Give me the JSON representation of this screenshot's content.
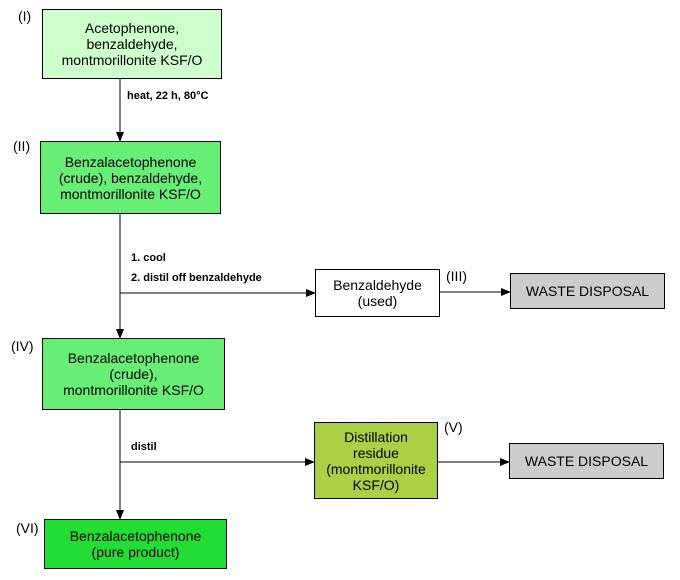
{
  "colors": {
    "light_green": "#ccffcc",
    "mid_green": "#66ee77",
    "bright_green": "#22dd33",
    "olive_green": "#aad044",
    "grey": "#cccccc",
    "white": "#ffffff"
  },
  "steps": {
    "I": {
      "label": "(I)",
      "text": "Acetophenone,\nbenzaldehyde,\nmontmorillonite KSF/O"
    },
    "II": {
      "label": "(II)",
      "text": "Benzalacetophenone\n(crude), benzaldehyde,\nmontmorillonite KSF/O"
    },
    "III": {
      "label": "(III)",
      "text": "Benzaldehyde\n(used)"
    },
    "IV": {
      "label": "(IV)",
      "text": "Benzalacetophenone\n(crude),\nmontmorillonite KSF/O"
    },
    "V": {
      "label": "(V)",
      "text": "Distillation\nresidue\n(montmorillonite\nKSF/O)"
    },
    "VI": {
      "label": "(VI)",
      "text": "Benzalacetophenone\n(pure product)"
    }
  },
  "waste": {
    "box1": "WASTE DISPOSAL",
    "box2": "WASTE DISPOSAL"
  },
  "conditions": {
    "step1": "heat, 22 h, 80°C",
    "step2_line1": "1. cool",
    "step2_line2": "2. distil off benzaldehyde",
    "step3": "distil"
  }
}
